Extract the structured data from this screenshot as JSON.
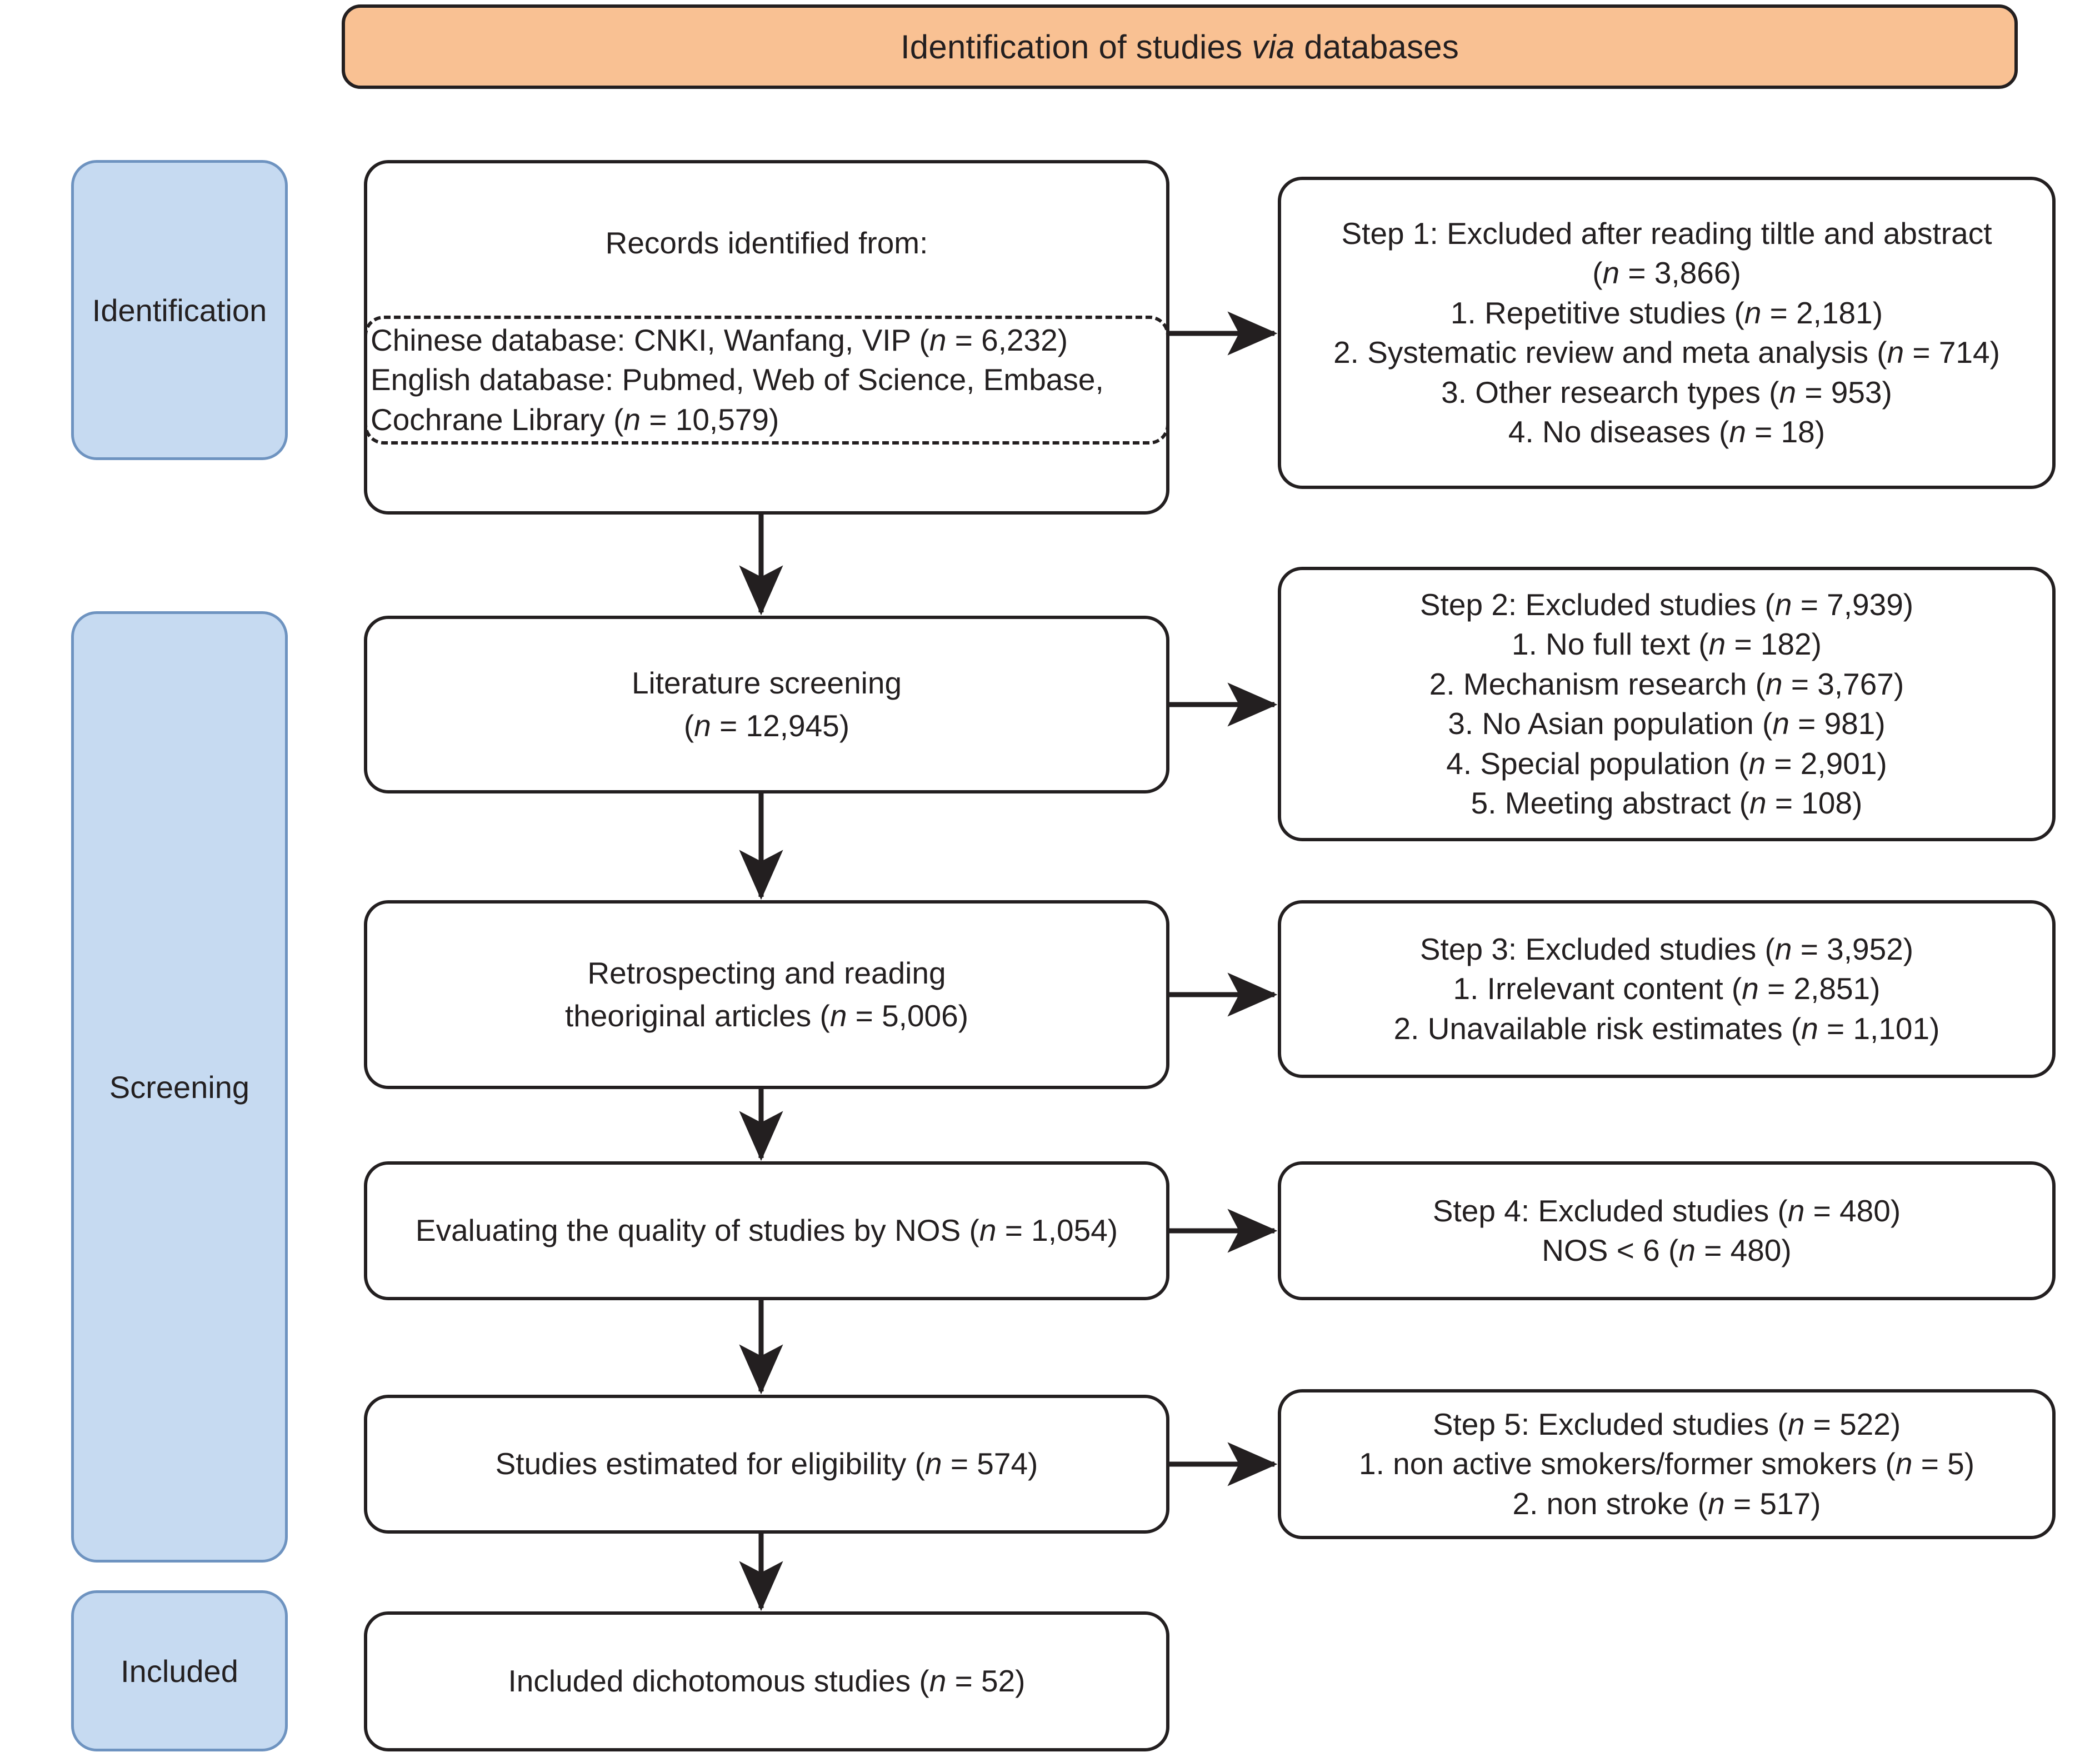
{
  "banner": {
    "text_before": "Identification of studies ",
    "text_italic": "via",
    "text_after": " databases"
  },
  "phases": [
    {
      "id": "identification",
      "label": "Identification"
    },
    {
      "id": "screening",
      "label": "Screening"
    },
    {
      "id": "included",
      "label": "Included"
    }
  ],
  "flow": {
    "records_identified": {
      "title": "Records identified from:",
      "sources": [
        "Chinese database: CNKI, Wanfang, VIP (n = 6,232)",
        "English database: Pubmed, Web of Science, Embase,",
        "Cochrane Library (n = 10,579)"
      ],
      "source_lines": [
        {
          "text_before": "Chinese database: CNKI, Wanfang, VIP (",
          "italic": "n",
          "text_after": " = 6,232)"
        },
        {
          "text_before": "English database: Pubmed, Web of Science, Embase,",
          "italic": "",
          "text_after": ""
        },
        {
          "text_before": "Cochrane Library (",
          "italic": "n",
          "text_after": " = 10,579)"
        }
      ]
    },
    "literature_screening": {
      "line1": "Literature screening",
      "line2_before": "(",
      "line2_italic": "n",
      "line2_after": " = 12,945)"
    },
    "retrospecting": {
      "line1": "Retrospecting and reading",
      "line2_before": "theoriginal articles (",
      "line2_italic": "n",
      "line2_after": " = 5,006)"
    },
    "evaluating_nos": {
      "line1_before": "Evaluating the quality of studies by NOS (",
      "line1_italic": "n",
      "line1_after": " = 1,054)"
    },
    "eligibility": {
      "line1_before": "Studies estimated for eligibility (",
      "line1_italic": "n",
      "line1_after": " = 574)"
    },
    "included_studies": {
      "line1_before": "Included dichotomous studies (",
      "line1_italic": "n",
      "line1_after": " = 52)"
    }
  },
  "exclusions": {
    "step1": {
      "lines": [
        {
          "before": "Step 1: Excluded after reading tiltle and abstract",
          "italic": "",
          "after": ""
        },
        {
          "before": "(",
          "italic": "n",
          "after": " = 3,866)"
        },
        {
          "before": "1. Repetitive studies (",
          "italic": "n",
          "after": " = 2,181)"
        },
        {
          "before": "2. Systematic review and meta analysis (",
          "italic": "n",
          "after": " = 714)"
        },
        {
          "before": "3. Other research types (",
          "italic": "n",
          "after": " = 953)"
        },
        {
          "before": "4. No diseases (",
          "italic": "n",
          "after": " = 18)"
        }
      ]
    },
    "step2": {
      "lines": [
        {
          "before": "Step 2: Excluded studies (",
          "italic": "n",
          "after": " = 7,939)"
        },
        {
          "before": "1. No full text (",
          "italic": "n",
          "after": " = 182)"
        },
        {
          "before": "2. Mechanism research (",
          "italic": "n",
          "after": " = 3,767)"
        },
        {
          "before": "3. No Asian population (",
          "italic": "n",
          "after": " = 981)"
        },
        {
          "before": "4. Special population (",
          "italic": "n",
          "after": " = 2,901)"
        },
        {
          "before": "5. Meeting abstract (",
          "italic": "n",
          "after": " = 108)"
        }
      ]
    },
    "step3": {
      "lines": [
        {
          "before": "Step 3: Excluded studies (",
          "italic": "n",
          "after": " = 3,952)"
        },
        {
          "before": "1. Irrelevant content (",
          "italic": "n",
          "after": " = 2,851)"
        },
        {
          "before": "2. Unavailable risk estimates (",
          "italic": "n",
          "after": " = 1,101)"
        }
      ]
    },
    "step4": {
      "lines": [
        {
          "before": "Step 4: Excluded studies (",
          "italic": "n",
          "after": " = 480)"
        },
        {
          "before": "NOS < 6 (",
          "italic": "n",
          "after": " = 480)"
        }
      ]
    },
    "step5": {
      "lines": [
        {
          "before": "Step 5: Excluded studies (",
          "italic": "n",
          "after": " = 522)"
        },
        {
          "before": "1. non active smokers/former smokers (",
          "italic": "n",
          "after": " = 5)"
        },
        {
          "before": "2. non stroke (",
          "italic": "n",
          "after": " = 517)"
        }
      ]
    }
  },
  "colors": {
    "banner_fill": "#F9C193",
    "phase_fill": "#C6DAF1",
    "phase_border": "#6E93C0",
    "box_border": "#231f20",
    "text": "#231f20"
  }
}
